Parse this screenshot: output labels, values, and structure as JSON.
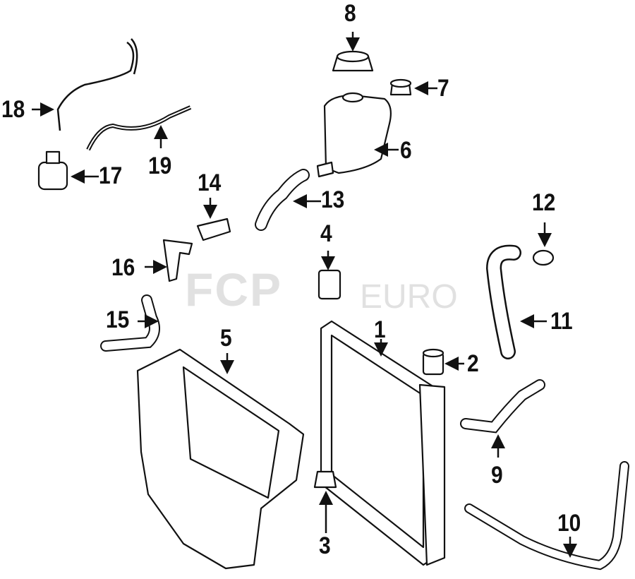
{
  "watermark": {
    "brand": "FCP",
    "suffix": "EURO"
  },
  "callouts": {
    "c1": "1",
    "c2": "2",
    "c3": "3",
    "c4": "4",
    "c5": "5",
    "c6": "6",
    "c7": "7",
    "c8": "8",
    "c9": "9",
    "c10": "10",
    "c11": "11",
    "c12": "12",
    "c13": "13",
    "c14": "14",
    "c15": "15",
    "c16": "16",
    "c17": "17",
    "c18": "18",
    "c19": "19"
  }
}
